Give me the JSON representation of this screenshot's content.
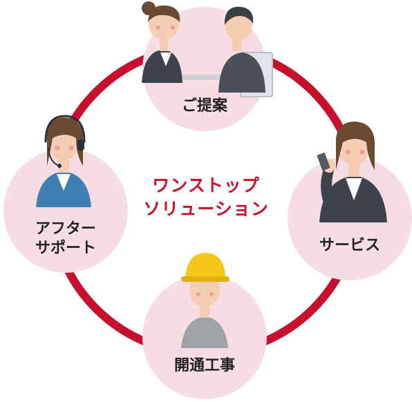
{
  "center": {
    "line1": "ワンストップ",
    "line2": "ソリューション"
  },
  "nodes": {
    "proposal": {
      "label": "ご提案"
    },
    "service": {
      "label": "サービス"
    },
    "installation": {
      "label": "開通工事"
    },
    "after_support": {
      "line1": "アフター",
      "line2": "サポート"
    }
  },
  "colors": {
    "ring": "#c8102e",
    "node_fill": "#f6dde3",
    "title": "#c8102e",
    "suit": "#4a4f5a",
    "helmet": "#f5c518"
  }
}
